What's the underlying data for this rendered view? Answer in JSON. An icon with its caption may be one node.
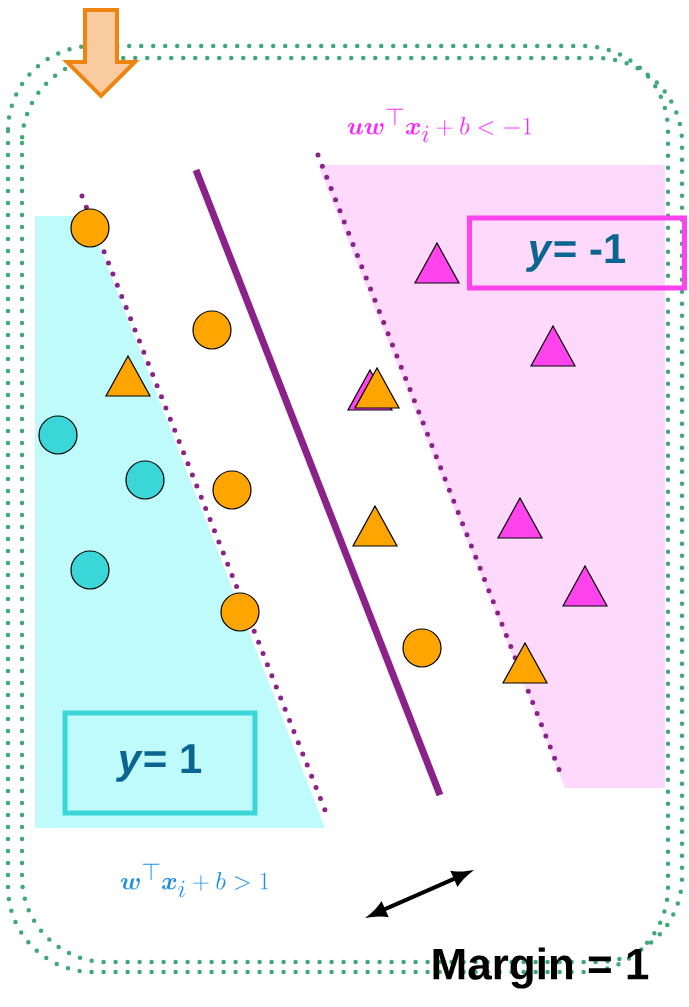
{
  "diagram": {
    "nodes": [
      {
        "text": [
          "*y*= 1"
        ]
      },
      {
        "text": [
          "*y*= -1"
        ]
      }
    ],
    "edges": [],
    "labels": [
      "\\boldsymbol{u}\\boldsymbol{w}^{\\top}\\boldsymbol{x}_i + b < -1",
      "\\boldsymbol{w}^{\\top}\\boldsymbol{x}_i + b > 1",
      "Margin = 1"
    ]
  }
}
